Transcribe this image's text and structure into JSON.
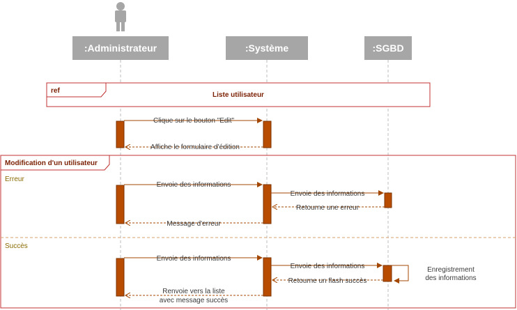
{
  "colors": {
    "actor_icon": "#a6a6a6",
    "header_bg": "#a6a6a6",
    "lifeline": "#bdbdbd",
    "activation": "#b84c00",
    "activation_border": "#7a3300",
    "message": "#a34700",
    "frame": "#c03030",
    "divider": "#d9a06b"
  },
  "participants": [
    {
      "name": ":Administrateur"
    },
    {
      "name": ":Système"
    },
    {
      "name": ":SGBD"
    }
  ],
  "ref": {
    "tag": "ref",
    "label": "Liste utilisateur"
  },
  "messages": {
    "m1": "Clique sur le bouton \"Edit\"",
    "m2": "Affiche le formulaire d'édition",
    "m3": "Envoie des informations",
    "m4": "Envoie des informations",
    "m5": "Retourne une erreur",
    "m6": "Message d'erreur",
    "m7": "Envoie des informations",
    "m8": "Envoie des informations",
    "m9_line1": "Enregistrement",
    "m9_line2": "des informations",
    "m10": "Retourne un flash succès",
    "m11_line1": "Renvoie vers la liste",
    "m11_line2": "avec message succès"
  },
  "fragment": {
    "title": "Modification d'un utilisateur",
    "guards": [
      "Erreur",
      "Succès"
    ]
  }
}
